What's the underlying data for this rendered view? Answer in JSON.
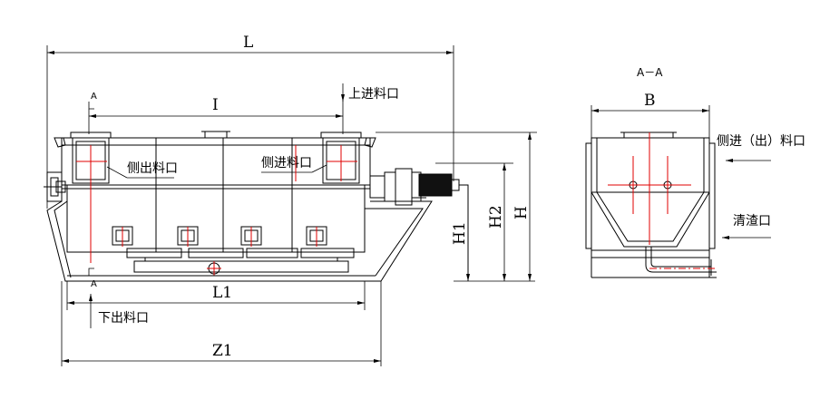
{
  "dims": {
    "L": "L",
    "I": "I",
    "L1": "L1",
    "Z1": "Z1",
    "H": "H",
    "H1": "H1",
    "H2": "H2",
    "B": "B"
  },
  "section": {
    "marker": "A",
    "title": "A－A"
  },
  "labels": {
    "top_inlet": "上进料口",
    "side_outlet": "侧出料口",
    "side_inlet": "侧进料口",
    "bottom_outlet": "下出料口",
    "side_in_out": "侧进（出）料口",
    "cleanout": "清渣口"
  },
  "colors": {
    "line": "#000000",
    "centerline": "#e00000"
  }
}
